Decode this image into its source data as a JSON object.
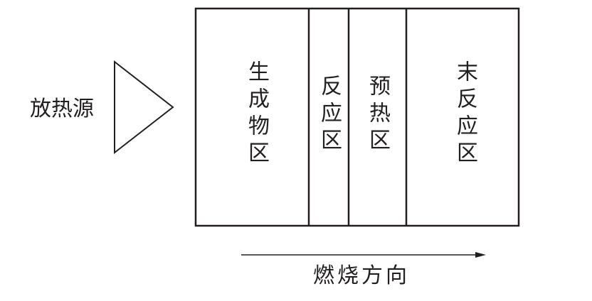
{
  "heat_source": "放热源",
  "zones": [
    {
      "label": "生成物区"
    },
    {
      "label": "反应区"
    },
    {
      "label": "预热区"
    },
    {
      "label": "末反应区"
    }
  ],
  "direction_label": "燃烧方向"
}
